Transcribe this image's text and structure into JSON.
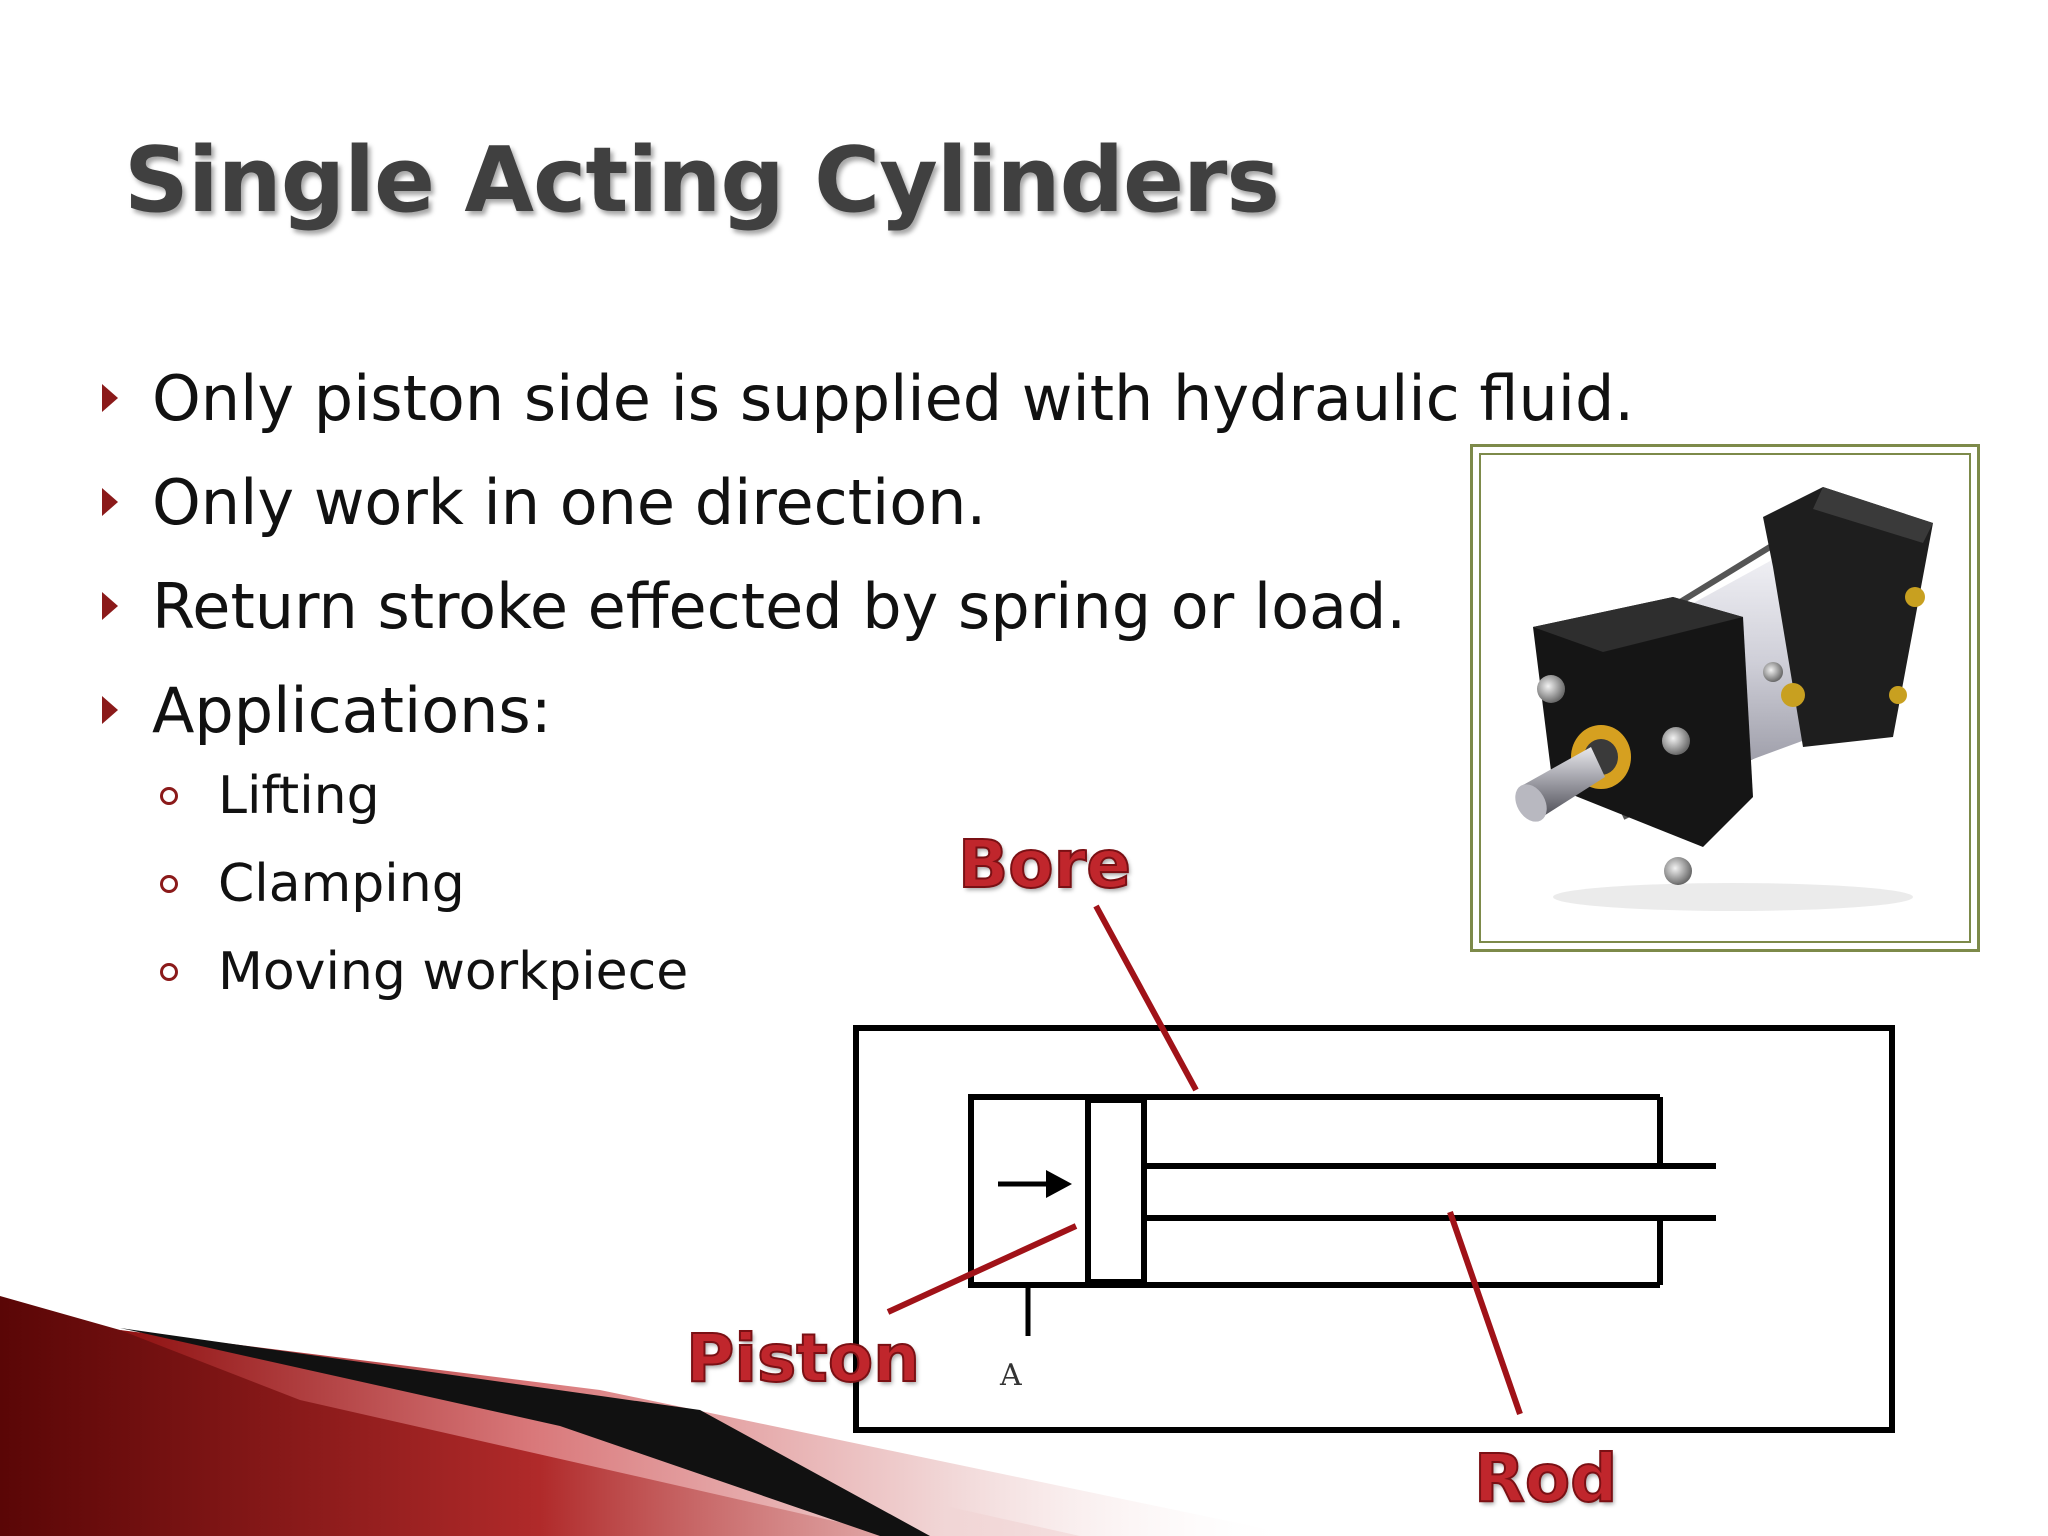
{
  "slide": {
    "title": "Single Acting Cylinders",
    "bullets": [
      "Only piston side is supplied with hydraulic fluid.",
      "Only work in one direction.",
      "Return stroke effected by spring or load.",
      "Applications:"
    ],
    "sub_bullets": [
      "Lifting",
      "Clamping",
      "Moving workpiece"
    ]
  },
  "diagram": {
    "labels": {
      "bore": "Bore",
      "piston": "Piston",
      "rod": "Rod",
      "port": "A"
    },
    "callout_color": "#c0262c",
    "leader_color": "#a01218"
  },
  "photo": {
    "subject": "hydraulic-cylinder-photo"
  },
  "theme": {
    "accent": "#8b1a1a",
    "swoosh_dark": "#6e0a0a",
    "swoosh_light": "#d9787a"
  }
}
